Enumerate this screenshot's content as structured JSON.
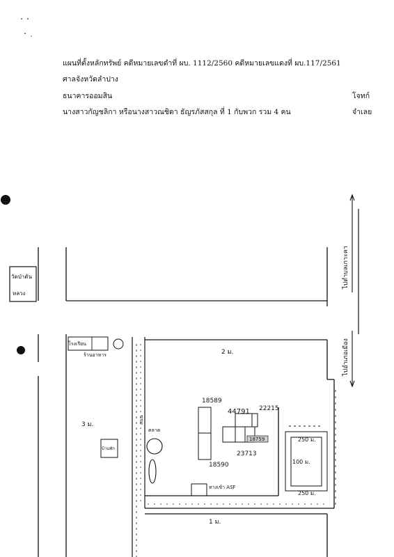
{
  "header": {
    "line1": "แผนที่ตั้งหลักทรัพย์   คดีหมายเลขดำที่ ผบ. 1112/2560   คดีหมายเลขแดงที่ ผบ.117/2561",
    "court": "ศาลจังหวัดลำปาง",
    "plaintiff": "ธนาคารออมสิน",
    "plaintiff_role": "โจทก์",
    "defendants": "นางสาวกัญชลิกา หรือนางสาวณชิดา   ธัญรภัสสกุล ที่ 1 กับพวก   รวม 4 คน",
    "defendant_role": "จำเลย"
  },
  "map": {
    "temple_label_line1": "วัดป่าตัน",
    "temple_label_line2": "หลวง",
    "road_right_top": "ไปตำบลเกาะคา",
    "road_right_bottom": "ไปอำเภอเมือง",
    "width_2m": "2 ม.",
    "width_3m": "3 ม.",
    "width_1m": "1 ม.",
    "deed_18589": "18589",
    "deed_44791": "44791",
    "deed_22215": "22215",
    "deed_18759": "18759",
    "deed_23713": "23713",
    "deed_18590": "18590",
    "label_school_top": "โรงเรียน",
    "label_shop": "ร้านอาหาร",
    "label_market": "ตลาด",
    "label_house": "บ้านพัก",
    "label_road_lane": "ถนน",
    "label_asf": "ทางเข้า ASF",
    "dim_250_top": "250 ม.",
    "dim_100": "100 ม.",
    "dim_250_bottom": "250 ม."
  }
}
